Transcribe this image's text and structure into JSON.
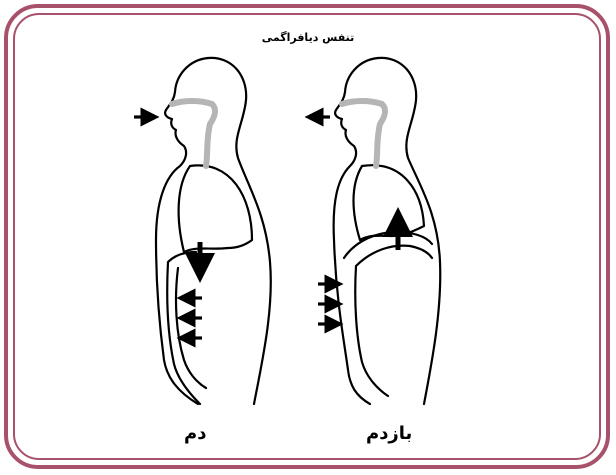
{
  "title": "تنفس دیافراگمی",
  "labels": {
    "inhale": "دم",
    "exhale": "بازدم"
  },
  "colors": {
    "frame": "#a8516a",
    "airway": "#b5b5b5",
    "ink": "#000000"
  }
}
